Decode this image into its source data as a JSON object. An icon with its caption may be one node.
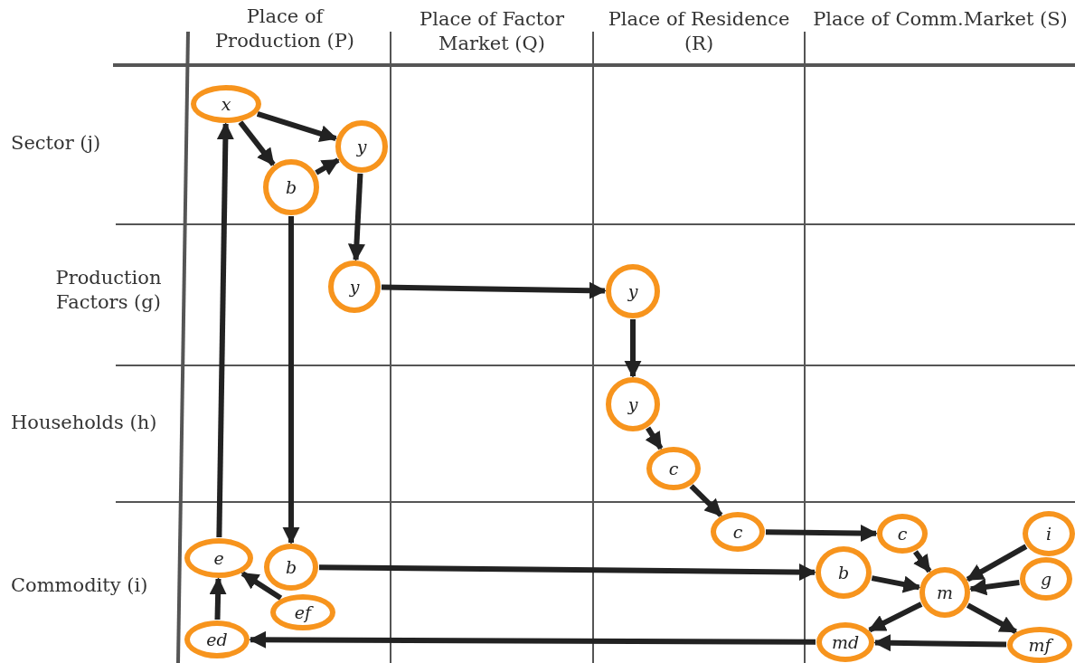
{
  "diagram": {
    "nodes": [
      {
        "text": [
          "x"
        ]
      },
      {
        "text": [
          "y"
        ]
      },
      {
        "text": [
          "b"
        ]
      },
      {
        "text": [
          "y"
        ]
      },
      {
        "text": [
          "y"
        ]
      },
      {
        "text": [
          "y"
        ]
      },
      {
        "text": [
          "c"
        ]
      },
      {
        "text": [
          "c"
        ]
      },
      {
        "text": [
          "c"
        ]
      },
      {
        "text": [
          "i"
        ]
      },
      {
        "text": [
          "e"
        ]
      },
      {
        "text": [
          "b"
        ]
      },
      {
        "text": [
          "b"
        ]
      },
      {
        "text": [
          "g"
        ]
      },
      {
        "text": [
          "m"
        ]
      },
      {
        "text": [
          "ef"
        ]
      },
      {
        "text": [
          "ed"
        ]
      },
      {
        "text": [
          "md"
        ]
      },
      {
        "text": [
          "mf"
        ]
      }
    ],
    "edges": [
      {
        "from": 0,
        "to": 1,
        "arrow": "to"
      },
      {
        "from": 0,
        "to": 2,
        "arrow": "to"
      },
      {
        "from": 2,
        "to": 1,
        "arrow": "to"
      },
      {
        "from": 1,
        "to": 3,
        "arrow": "to"
      },
      {
        "from": 3,
        "to": 4,
        "arrow": "to"
      },
      {
        "from": 4,
        "to": 5,
        "arrow": "to"
      },
      {
        "from": 5,
        "to": 6,
        "arrow": "to"
      },
      {
        "from": 6,
        "to": 7,
        "arrow": "to"
      },
      {
        "from": 7,
        "to": 8,
        "arrow": "to"
      },
      {
        "from": 2,
        "to": 11,
        "arrow": "to"
      },
      {
        "from": 11,
        "to": 12,
        "arrow": "to"
      },
      {
        "from": 8,
        "to": 14,
        "arrow": "to"
      },
      {
        "from": 9,
        "to": 14,
        "arrow": "to"
      },
      {
        "from": 13,
        "to": 14,
        "arrow": "to"
      },
      {
        "from": 12,
        "to": 14,
        "arrow": "to"
      },
      {
        "from": 14,
        "to": 17,
        "arrow": "to"
      },
      {
        "from": 14,
        "to": 18,
        "arrow": "to"
      },
      {
        "from": 18,
        "to": 17,
        "arrow": "to"
      },
      {
        "from": 17,
        "to": 16,
        "arrow": "to"
      },
      {
        "from": 16,
        "to": 10,
        "arrow": "to"
      },
      {
        "from": 15,
        "to": 10,
        "arrow": "to"
      },
      {
        "from": 10,
        "to": 0,
        "arrow": "to"
      }
    ],
    "labels": [
      "Place of Production (P)",
      "Place of Factor Market (Q)",
      "Place of Residence (R)",
      "Place of Comm.Market (S)",
      "Sector (j)",
      "Production Factors (g)",
      "Households (h)",
      "Commodity (i)"
    ]
  }
}
